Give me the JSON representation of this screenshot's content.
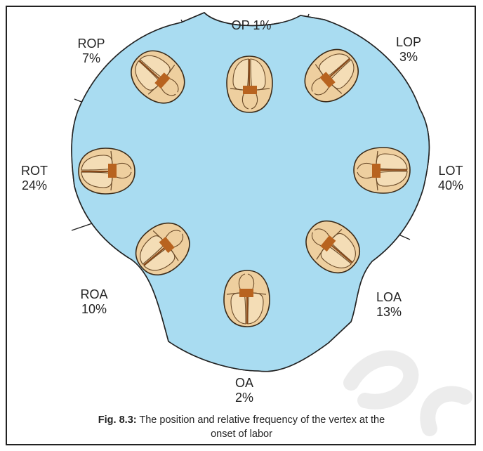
{
  "positions": [
    {
      "key": "op",
      "abbr": "OP",
      "percent": "1%",
      "line1": "OP 1%",
      "line2": ""
    },
    {
      "key": "lop",
      "abbr": "LOP",
      "percent": "3%",
      "line1": "LOP",
      "line2": "3%"
    },
    {
      "key": "lot",
      "abbr": "LOT",
      "percent": "40%",
      "line1": "LOT",
      "line2": "40%"
    },
    {
      "key": "loa",
      "abbr": "LOA",
      "percent": "13%",
      "line1": "LOA",
      "line2": "13%"
    },
    {
      "key": "oa",
      "abbr": "OA",
      "percent": "2%",
      "line1": "OA",
      "line2": "2%"
    },
    {
      "key": "roa",
      "abbr": "ROA",
      "percent": "10%",
      "line1": "ROA",
      "line2": "10%"
    },
    {
      "key": "rot",
      "abbr": "ROT",
      "percent": "24%",
      "line1": "ROT",
      "line2": "24%"
    },
    {
      "key": "rop",
      "abbr": "ROP",
      "percent": "7%",
      "line1": "ROP",
      "line2": "7%"
    }
  ],
  "caption": {
    "fig_label": "Fig. 8.3:",
    "text": " The position and relative frequency of the vertex at the",
    "text2": "onset of labor"
  },
  "colors": {
    "posterior": "#f3a9cc",
    "transverse_anterior": "#a9dcf1",
    "skull": "#eecf9f",
    "fontanelle": "#b8631f",
    "outline": "#222222",
    "watermark": "#e9e9e9"
  }
}
